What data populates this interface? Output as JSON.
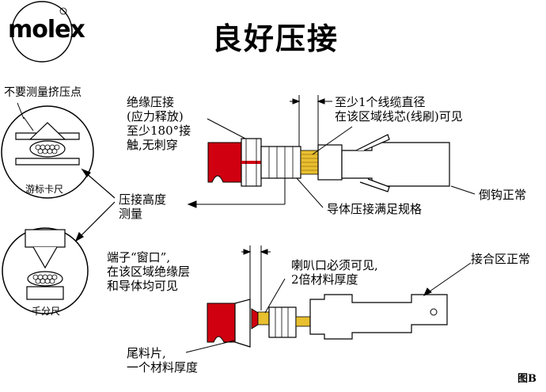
{
  "logo": {
    "text": "molex"
  },
  "title": "良好压接",
  "labels": {
    "no_measure": "不要测量挤压点",
    "caliper": "游标卡尺",
    "micrometer": "千分尺",
    "insulation_crimp": [
      "绝缘压接",
      "(应力释放)",
      "至少180°接",
      "触,无刺穿"
    ],
    "one_wire_dia": [
      "至少1个线缆直径",
      "在该区域线芯(线刷)可见"
    ],
    "barb_ok": "倒钩正常",
    "crimp_height": [
      "压接高度",
      "测量"
    ],
    "conductor_spec": "导体压接满足规格",
    "window": [
      "端子“窗口”,",
      "在该区域绝缘层",
      "和导体均可见"
    ],
    "bellmouth": [
      "喇叭口必须可见,",
      "2倍材料厚度"
    ],
    "mating_ok": "接合区正常",
    "tail_tab": [
      "尾料片,",
      "一个材料厚度"
    ],
    "figure": "图B"
  },
  "colors": {
    "insulation_red": "#d00010",
    "wire_strands": "#e8c030",
    "line": "#000000"
  }
}
